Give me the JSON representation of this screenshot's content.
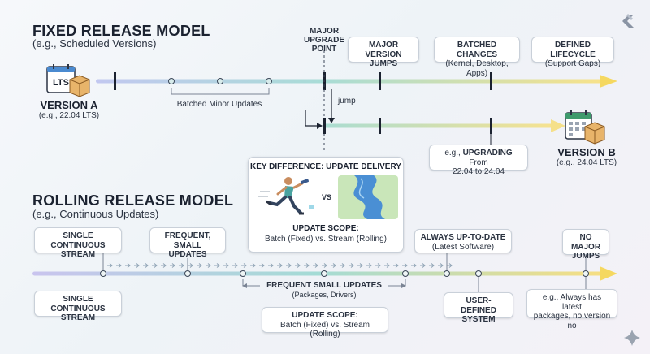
{
  "fixed": {
    "title": "FIXED RELEASE MODEL",
    "subtitle": "(e.g., Scheduled Versions)",
    "version_a": {
      "name": "VERSION A",
      "detail": "(e.g., 22.04 LTS)",
      "icon_text": "LTS"
    },
    "version_b": {
      "name": "VERSION B",
      "detail": "(e.g., 24.04 LTS)"
    },
    "batched_minor": "Batched Minor Updates",
    "major_upgrade_point": [
      "MAJOR",
      "UPGRADE",
      "POINT"
    ],
    "major_version_jumps": [
      "MAJOR VERSION",
      "JUMPS"
    ],
    "batched_changes": {
      "title": "BATCHED CHANGES",
      "detail": "(Kernel, Desktop, Apps)"
    },
    "defined_lifecycle": {
      "title": "DEFINED LIFECYCLE",
      "detail": "(Support Gaps)"
    },
    "jump_label": "jump",
    "upgrading": {
      "prefix": "e.g., ",
      "bold": "UPGRADING",
      "suffix": " From",
      "detail": "22.04 to 24.04"
    }
  },
  "key_difference": {
    "title": "KEY DIFFERENCE: UPDATE DELIVERY",
    "vs": "VS",
    "scope_title": "UPDATE SCOPE:",
    "scope_detail": "Batch (Fixed) vs. Stream (Rolling)"
  },
  "rolling": {
    "title": "ROLLING RELEASE MODEL",
    "subtitle": "(e.g., Continuous Updates)",
    "single_stream_top": [
      "SINGLE CONTINUOUS",
      "STREAM"
    ],
    "frequent_small": [
      "FREQUENT,",
      "SMALL UPDATES"
    ],
    "always_up_to_date": {
      "title": "ALWAYS UP-TO-DATE",
      "detail": "(Latest Software)"
    },
    "no_major_jumps": [
      "NO MAJOR",
      "JUMPS"
    ],
    "single_stream_bottom": [
      "SINGLE CONTINUOUS",
      "STREAM"
    ],
    "frequent_small_updates": {
      "title": "FREQUENT SMALL UPDATES",
      "detail": "(Packages, Drivers)"
    },
    "scope_title": "UPDATE SCOPE:",
    "scope_detail": "Batch (Fixed) vs. Stream (Rolling)",
    "user_defined": [
      "USER-DEFINED",
      "SYSTEM"
    ],
    "always_latest": [
      "e.g., Always has latest",
      "packages, no version no"
    ]
  },
  "colors": {
    "line_start": "#b8c4ee",
    "line_mid": "#9fd8d0",
    "line_end": "#f7e28a",
    "arrow": "#f5d860",
    "text": "#1b2230"
  }
}
